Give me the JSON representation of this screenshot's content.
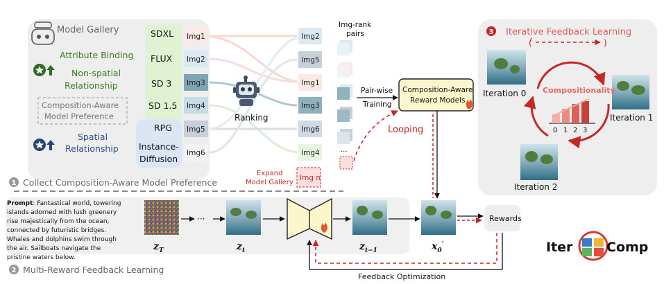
{
  "panel1": {
    "model_gallery": "Model Gallery",
    "attribute_binding": "Attribute Binding",
    "non_spatial_1": "Non-spatial",
    "non_spatial_2": "Relationship",
    "preference_1": "Composition-Aware",
    "preference_2": "Model Preference",
    "spatial_1": "Spatial",
    "spatial_2": "Relationship",
    "models": [
      "SDXL",
      "FLUX",
      "SD 3",
      "SD 1.5",
      "RPG",
      "Instance-",
      "Diffusion"
    ],
    "imgs_left": [
      "Img1",
      "Img2",
      "Img3",
      "Img4",
      "Img5",
      "Img6"
    ],
    "ranking": "Ranking",
    "imgs_right": [
      "Img2",
      "Img5",
      "Img1",
      "Img3",
      "Img6",
      "Img4"
    ],
    "img_new": "Img n",
    "expand_1": "Expand",
    "expand_2": "Model Gallery",
    "pairs_title_1": "Img-rank",
    "pairs_title_2": "pairs",
    "ellipsis": "...",
    "pairwise": "Pair-wise",
    "training": "Training",
    "reward_models_1": "Composition-Aware",
    "reward_models_2": "Reward Models",
    "looping": "Looping",
    "step_label": "Collect Composition-Aware Model Preference",
    "step_num": "1"
  },
  "panel3": {
    "step_num": "3",
    "title": "Iterative Feedback Learning",
    "iter0": "Iteration 0",
    "iter1": "Iteration 1",
    "iter2": "Iteration 2",
    "compositionality": "Compositionality",
    "ticks": [
      "0",
      "1",
      "2",
      "3"
    ]
  },
  "panel2": {
    "prompt_bold": "Prompt",
    "prompt_lines": [
      ": Fantastical world, towering",
      "islands adorned with lush greenery",
      "rise majestically from the ocean,",
      "connected by futuristic bridges.",
      "Whales and dolphins swim through",
      "the air. Sailboats navigate the",
      "pristine waters below."
    ],
    "z_T": "z",
    "z_T_sub": "T",
    "dots": "···",
    "z_t": "z",
    "z_t_sub": "t",
    "z_t1": "z",
    "z_t1_sub": "t−1",
    "x0": "x",
    "x0_sub": "0",
    "x0_prime": "′",
    "rewards": "Rewards",
    "feedback": "Feedback Optimization",
    "step_label": "Multi-Reward Feedback Learning",
    "step_num": "2"
  },
  "logo": {
    "left": "Iter",
    "right": "Comp"
  },
  "colors": {
    "dashed_red": "#c62828",
    "green_text": "#3a7d1e",
    "blue_text": "#2b4f8a",
    "green_block": "#dff2d2",
    "blue_block": "#dbe6f4",
    "reward_box": "#fbf6cc"
  }
}
